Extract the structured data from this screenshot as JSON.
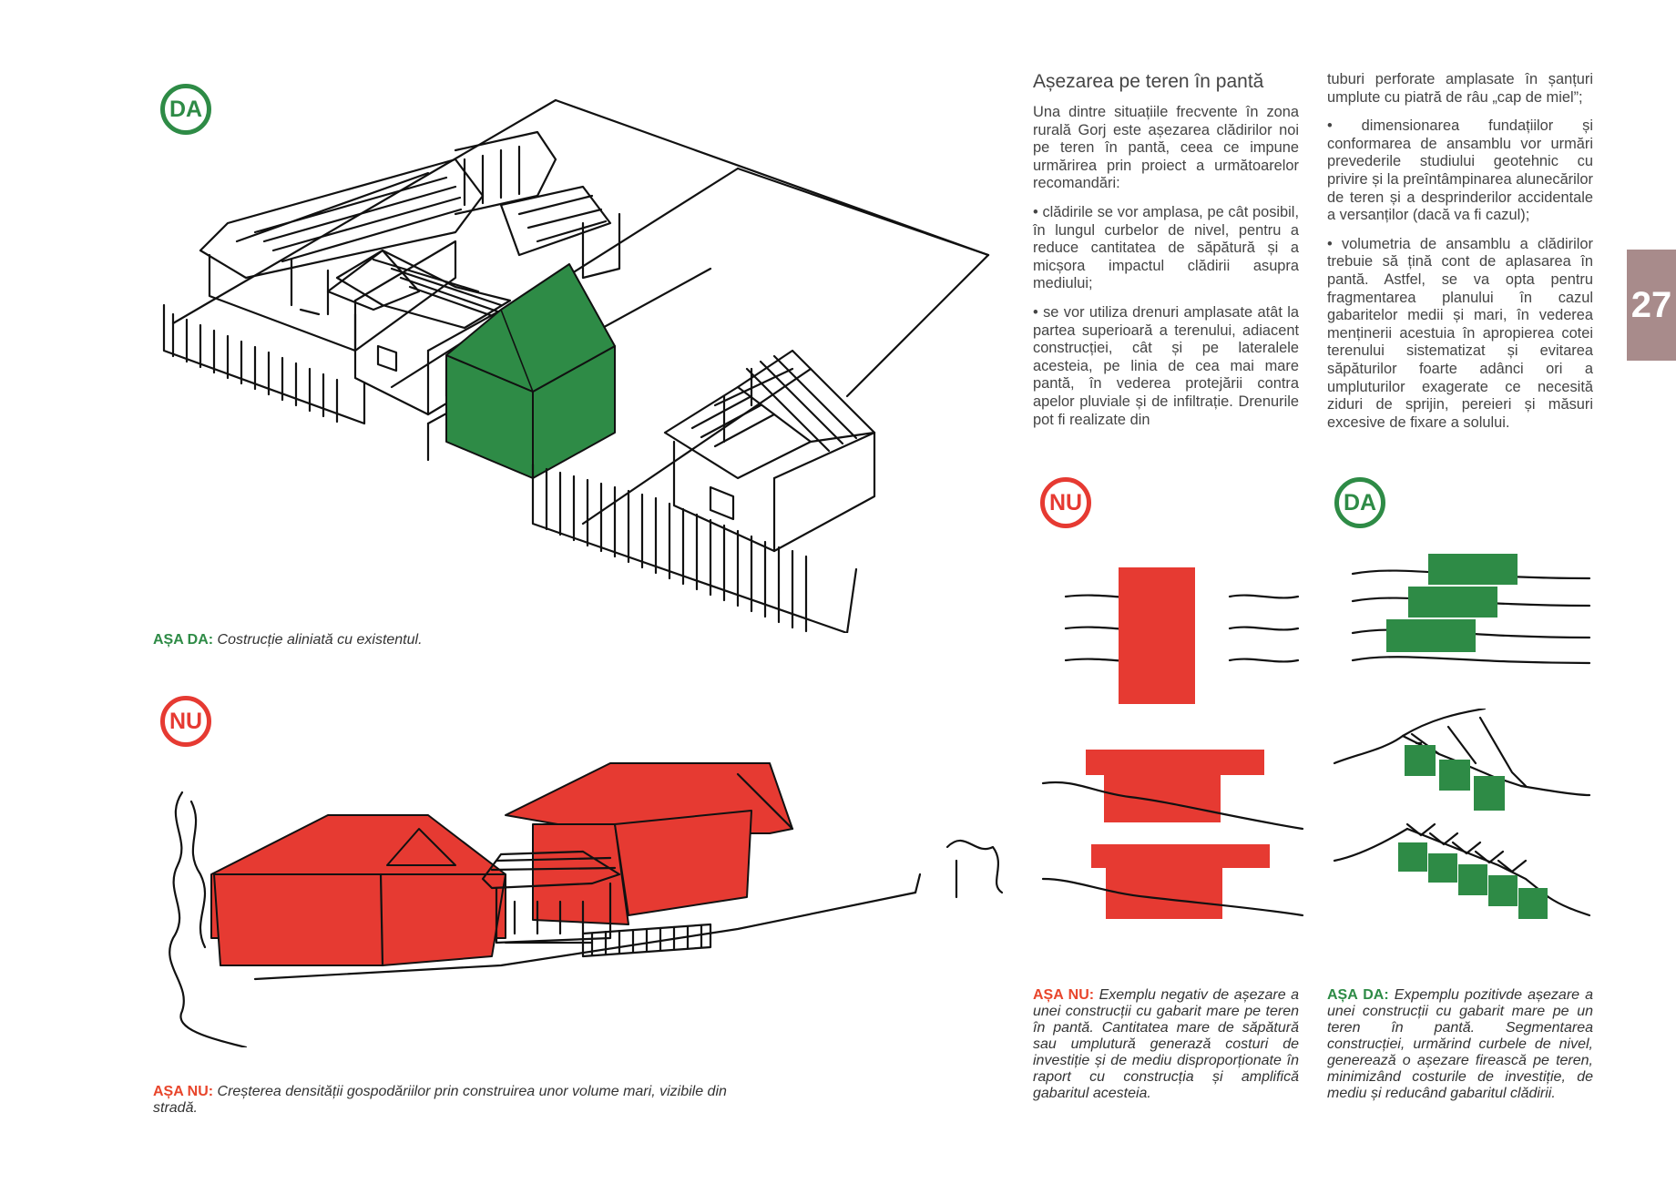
{
  "badges": {
    "da": "DA",
    "nu": "NU"
  },
  "captions": {
    "top_left": {
      "label": "AȘA DA:",
      "text": " Costrucție aliniată cu existentul."
    },
    "bottom_left": {
      "label": "AȘA NU:",
      "text": " Creșterea densității gospodăriilor prin construirea unor volume mari, vizibile din stradă."
    },
    "right_nu": {
      "label": "AȘA NU:",
      "text": " Exemplu negativ de așezare a unei construcții cu gabarit mare pe teren în pantă. Cantitatea mare de săpătură sau umplutură generază costuri de investiție și de mediu disproporționate în raport cu construcția și amplifică gabaritul acesteia."
    },
    "right_da": {
      "label": "AȘA DA:",
      "text": " Expemplu pozitivde așezare a unei construcții cu gabarit mare pe un teren în pantă. Segmentarea construcției, urmărind curbele de nivel, generează o așezare firească pe teren, minimizând costurile de investiție, de mediu și reducând gabaritul clădirii."
    }
  },
  "article": {
    "title": "Așezarea pe teren în pantă",
    "col1": [
      "Una dintre situațiile frecvente în zona rurală Gorj este așezarea clădirilor noi pe teren în pantă, ceea ce impune urmărirea prin proiect a următoarelor recomandări:",
      "• clădirile se vor amplasa, pe cât posibil, în lungul curbelor de nivel, pentru a reduce cantitatea de săpătură și a micșora impactul clădirii asupra mediului;",
      "• se vor utiliza drenuri amplasate atât la partea superioară a terenului, adiacent construcției, cât și pe lateralele acesteia, pe linia de cea mai mare pantă, în vederea protejării contra apelor pluviale și de infiltrație. Drenurile pot fi realizate din"
    ],
    "col2": [
      "tuburi perforate amplasate în șanțuri umplute cu piatră de râu „cap de miel”;",
      "• dimensionarea fundațiilor și conformarea de ansamblu vor urmări prevederile studiului geotehnic cu privire și la preîntâmpinarea alunecărilor de teren și a desprinderilor accidentale a versanților (dacă va fi cazul);",
      "• volumetria de ansamblu a clădirilor trebuie să țină cont de aplasarea în pantă. Astfel, se va opta pentru fragmentarea planului în cazul gabaritelor medii și mari, în vederea menținerii acestuia în apropierea cotei terenului sistematizat și evitarea săpăturilor foarte adânci ori a umpluturilor exagerate ce necesită ziduri de sprijin, pereieri și măsuri excesive de fixare a solului."
    ]
  },
  "page_number": "27",
  "colors": {
    "green": "#2e8b46",
    "red": "#e63a32",
    "tab": "#a88b8b"
  }
}
